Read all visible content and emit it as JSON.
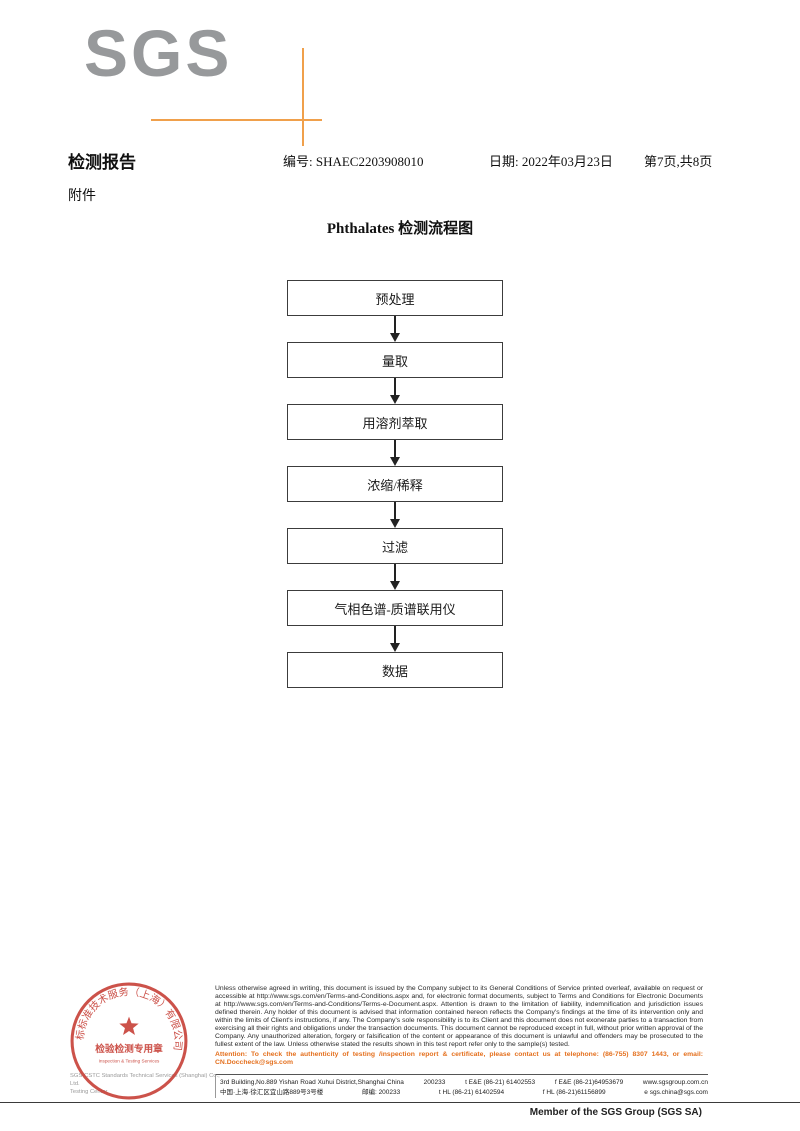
{
  "header": {
    "logo": "SGS",
    "report_title": "检测报告",
    "report_no": "编号: SHAEC2203908010",
    "date": "日期: 2022年03月23日",
    "page_info": "第7页,共8页",
    "attachment": "附件"
  },
  "flow": {
    "title": "Phthalates 检测流程图",
    "steps": [
      "预处理",
      "量取",
      "用溶剂萃取",
      "浓缩/稀释",
      "过滤",
      "气相色谱-质谱联用仪",
      "数据"
    ]
  },
  "stamp": {
    "ring_text": "通标标准技术服务（上海）有限公司",
    "banner": "检验检测专用章",
    "subtitle": "Inspection & Testing Services"
  },
  "footer": {
    "disclaimer": "Unless otherwise agreed in writing, this document is issued by the Company subject to its General Conditions of Service printed overleaf, available on request or accessible at http://www.sgs.com/en/Terms-and-Conditions.aspx and, for electronic format documents, subject to Terms and Conditions for Electronic Documents at http://www.sgs.com/en/Terms-and-Conditions/Terms-e-Document.aspx. Attention is drawn to the limitation of liability, indemnification and jurisdiction issues defined therein. Any holder of this document is advised that information contained hereon reflects the Company's findings at the time of its intervention only and within the limits of Client's instructions, if any. The Company's sole responsibility is to its Client and this document does not exonerate parties to a transaction from exercising all their rights and obligations under the transaction documents. This document cannot be reproduced except in full, without prior written approval of the Company. Any unauthorized alteration, forgery or falsification of the content or appearance of this document is unlawful and offenders may be prosecuted to the fullest extent of the law. Unless otherwise stated the results shown in this test report refer only to the sample(s) tested.",
    "attention": "Attention: To check the authenticity of testing /inspection report & certificate, please contact us at telephone: (86-755) 8307 1443, or email: CN.Doccheck@sgs.com",
    "address_row1": [
      "3rd Building,No.889 Yishan Road Xuhui District,Shanghai China",
      "200233",
      "t E&E (86-21) 61402553",
      "f E&E (86-21)64953679",
      "www.sgsgroup.com.cn"
    ],
    "address_row2": [
      "中国·上海·徐汇区宜山路889号3号楼",
      "邮编: 200233",
      "t HL (86-21) 61402594",
      "f HL (86-21)61156899",
      "e sgs.china@sgs.com"
    ],
    "company_gray_line1": "SGS-CSTC Standards Technical Services (Shanghai) Co., Ltd.",
    "company_gray_line2": "Testing Center",
    "member": "Member of the SGS Group (SGS SA)"
  }
}
